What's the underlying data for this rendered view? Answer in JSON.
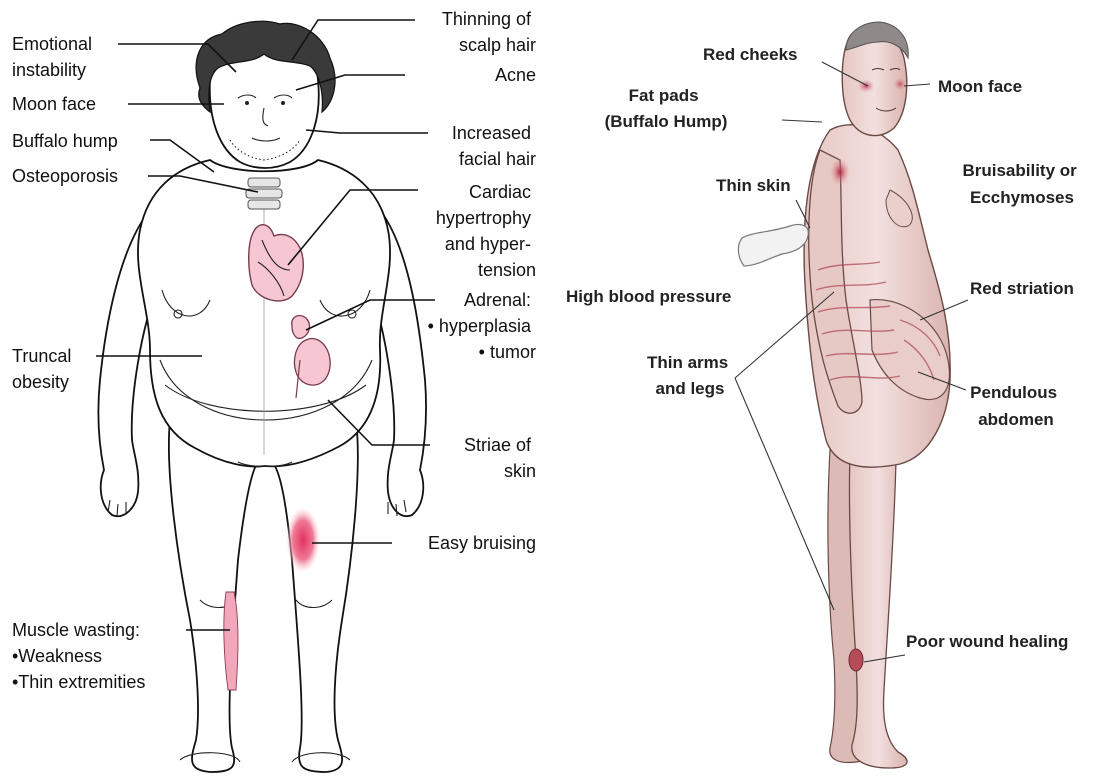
{
  "left_diagram": {
    "labels": {
      "thinning_hair": [
        "Thinning of",
        "scalp hair"
      ],
      "emotional": [
        "Emotional",
        "instability"
      ],
      "acne": [
        "Acne"
      ],
      "moon_face": [
        "Moon face"
      ],
      "increased_hair": [
        "Increased",
        "facial hair"
      ],
      "buffalo_hump": [
        "Buffalo hump"
      ],
      "osteoporosis": [
        "Osteoporosis"
      ],
      "cardiac": [
        "Cardiac",
        "hypertrophy",
        "and hyper-",
        "tension"
      ],
      "adrenal": [
        "Adrenal:",
        "• hyperplasia",
        "• tumor"
      ],
      "truncal": [
        "Truncal",
        "obesity"
      ],
      "striae": [
        "Striae of",
        "skin"
      ],
      "bruising": [
        "Easy bruising"
      ],
      "muscle": [
        "Muscle wasting:",
        "•Weakness",
        "•Thin extremities"
      ]
    }
  },
  "right_diagram": {
    "labels": {
      "red_cheeks": [
        "Red cheeks"
      ],
      "moon_face": [
        "Moon face"
      ],
      "fat_pads": [
        "Fat pads",
        "(Buffalo Hump)"
      ],
      "bruisability": [
        "Bruisability or",
        "Ecchymoses"
      ],
      "thin_skin": [
        "Thin skin"
      ],
      "high_bp": [
        "High blood pressure"
      ],
      "red_striation": [
        "Red striation"
      ],
      "thin_limbs": [
        "Thin arms",
        "and legs"
      ],
      "pendulous": [
        "Pendulous",
        "abdomen"
      ],
      "wound": [
        "Poor wound healing"
      ]
    }
  },
  "colors": {
    "bruise": "#e8567a",
    "organ": "#f6c6d3",
    "skin": "#ecd6d4",
    "stria": "#b24a5a"
  }
}
